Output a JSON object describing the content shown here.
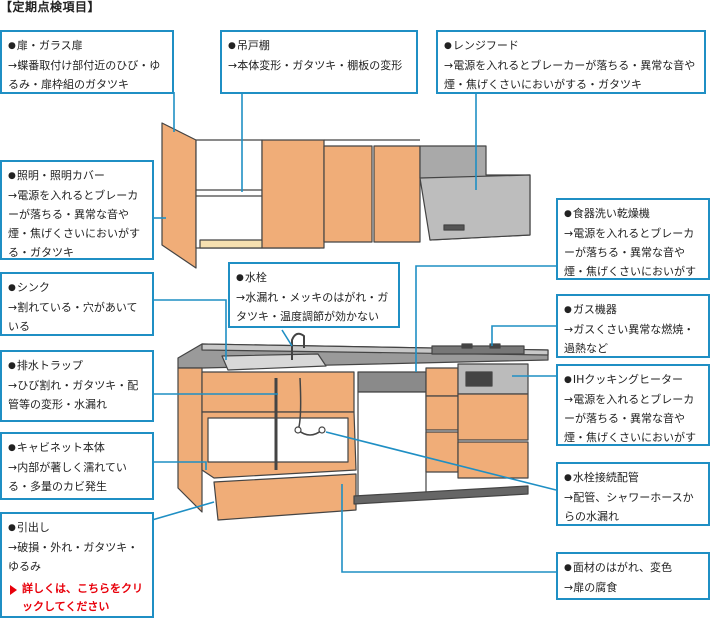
{
  "title": "【定期点検項目】",
  "callouts": {
    "door": {
      "heading": "扉・ガラス扉",
      "body": "蝶番取付け部付近のひび・ゆるみ・扉枠組のガタツキ"
    },
    "upper_cabinet": {
      "heading": "吊戸棚",
      "body": "本体変形・ガタツキ・棚板の変形"
    },
    "range_hood": {
      "heading": "レンジフード",
      "body": "電源を入れるとブレーカーが落ちる・異常な音や煙・焦げくさいにおいがする・ガタツキ"
    },
    "lighting": {
      "heading": "照明・照明カバー",
      "body": "電源を入れるとブレーカーが落ちる・異常な音や煙・焦げくさいにおいがする・ガタツキ"
    },
    "dishwasher": {
      "heading": "食器洗い乾燥機",
      "body": "電源を入れるとブレーカーが落ちる・異常な音や煙・焦げくさいにおいがする"
    },
    "faucet": {
      "heading": "水栓",
      "body": "水漏れ・メッキのはがれ・ガタツキ・温度調節が効かない"
    },
    "sink": {
      "heading": "シンク",
      "body": "割れている・穴があいている"
    },
    "gas": {
      "heading": "ガス機器",
      "body": "ガスくさい異常な燃焼・過熱など"
    },
    "drain_trap": {
      "heading": "排水トラップ",
      "body": "ひび割れ・ガタツキ・配管等の変形・水漏れ"
    },
    "ih": {
      "heading": "IHクッキングヒーター",
      "body": "電源を入れるとブレーカーが落ちる・異常な音や煙・焦げくさいにおいがする"
    },
    "cabinet_body": {
      "heading": "キャビネット本体",
      "body": "内部が著しく濡れている・多量のカビ発生"
    },
    "faucet_pipe": {
      "heading": "水栓接続配管",
      "body": "配管、シャワーホースからの水漏れ"
    },
    "drawer": {
      "heading": "引出し",
      "body": "破損・外れ・ガタツキ・ゆるみ",
      "link": "詳しくは、こちらをクリックしてください"
    },
    "surface": {
      "heading": "面材のはがれ、変色",
      "body": "扉の腐食"
    }
  },
  "colors": {
    "cabinet": "#f0ad78",
    "outline": "#444444",
    "callout_border": "#1f8fc4",
    "hood": "#a9a9a9",
    "counter": "#9a9a9a",
    "link": "#e8000b"
  }
}
